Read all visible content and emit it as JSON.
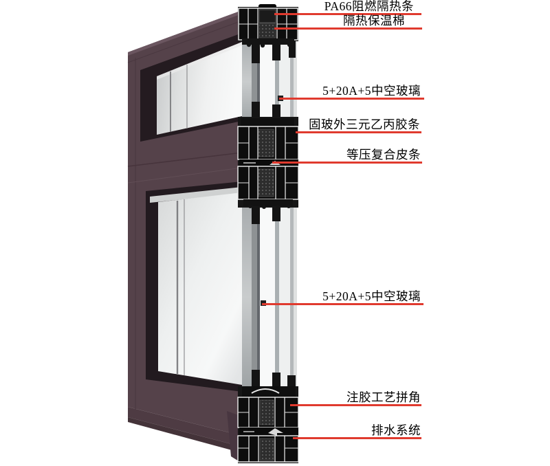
{
  "diagram": {
    "type": "window-profile-cutaway-section",
    "background": "#ffffff",
    "colors": {
      "leader_red": "#e03a2e",
      "frame_plum": "#55424a",
      "frame_plum_light": "#6b5660",
      "frame_bevel": "#4e3b43",
      "reveal_dark": "#241b20",
      "glass_light": "#f2f3f3",
      "profile_black": "#0d0d0d",
      "profile_outline": "#f0f0f0"
    },
    "labels": [
      {
        "id": "pa66-strip",
        "text": "PA66阻燃隔热条"
      },
      {
        "id": "insulation-cotton",
        "text": "隔热保温棉"
      },
      {
        "id": "glass-upper",
        "text": "5+20A+5中空玻璃"
      },
      {
        "id": "epdm-gasket",
        "text": "固玻外三元乙丙胶条"
      },
      {
        "id": "pressure-strip",
        "text": "等压复合皮条"
      },
      {
        "id": "glass-lower",
        "text": "5+20A+5中空玻璃"
      },
      {
        "id": "glue-corner",
        "text": "注胶工艺拼角"
      },
      {
        "id": "drainage",
        "text": "排水系统"
      }
    ]
  }
}
